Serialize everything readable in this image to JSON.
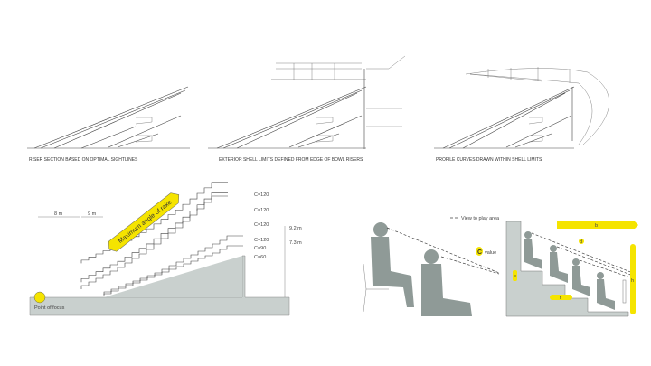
{
  "top_panels": [
    {
      "caption": "RISER SECTION BASED ON OPTIMAL SIGHTLINES"
    },
    {
      "caption": "EXTERIOR SHELL LIMITS DEFINED FROM EDGE OF BOWL RISERS"
    },
    {
      "caption": "PROFILE CURVES DRAWN WITHIN SHELL LIMITS"
    }
  ],
  "rake_diagram": {
    "banner": "Maximum angle of rake",
    "distance_1": "8 m",
    "distance_2": "9 m",
    "point_of_focus": "Point of focus",
    "c_labels": [
      "C=120",
      "C=120",
      "C=120",
      "C=120",
      "C=90",
      "C=60"
    ],
    "height_1": "9.2 m",
    "height_2": "7.3 m"
  },
  "sightline_diagram": {
    "legend": "View to play area",
    "c_value_letter": "C",
    "c_value_label": "value",
    "dim_b": "b",
    "dim_d": "d",
    "dim_e": "e",
    "dim_f": "f",
    "dim_h": "h"
  },
  "colors": {
    "accent": "#f5e400",
    "concrete": "#c9d0ce",
    "figure": "#8f9a97"
  }
}
